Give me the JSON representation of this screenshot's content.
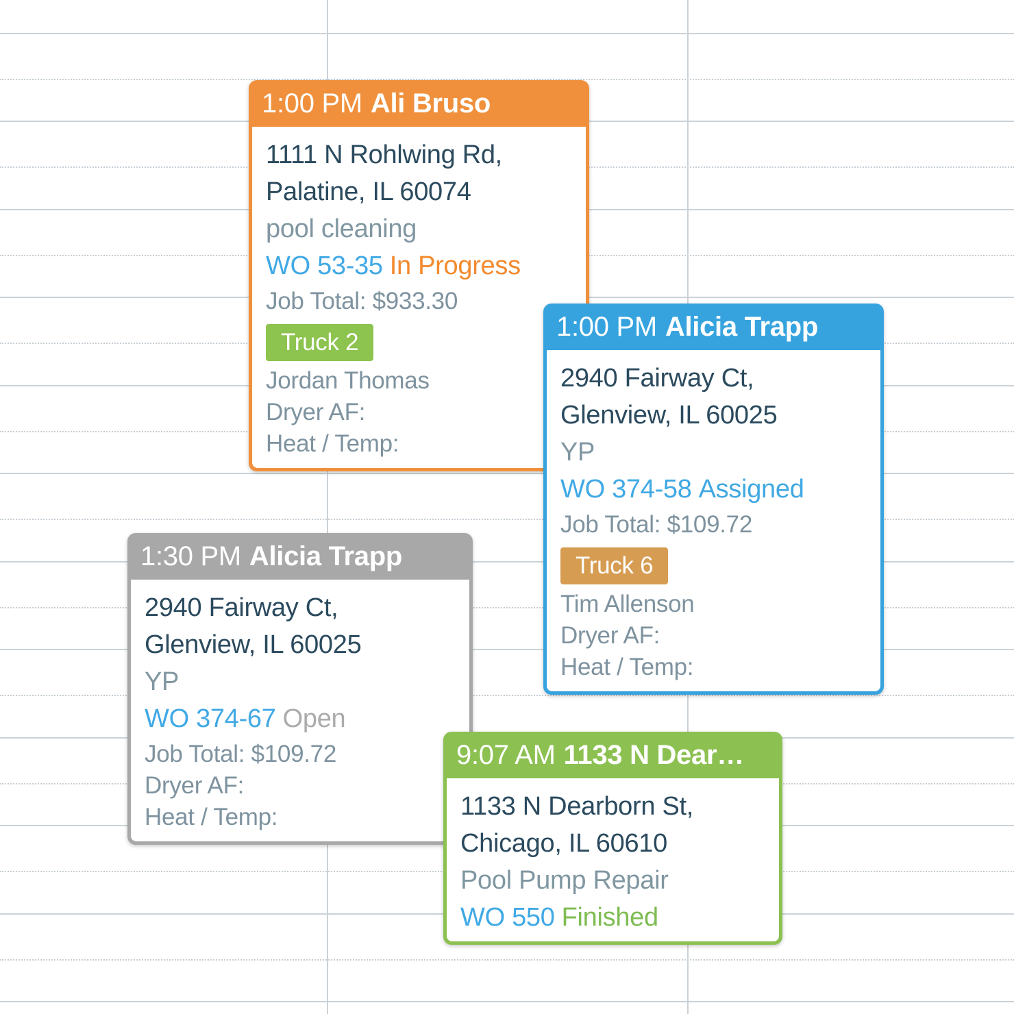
{
  "theme": {
    "background": "#FFFFFF",
    "grid-line": "#CBD2D7",
    "grid-dotted": "#C6CED4",
    "header-text": "#FFFFFF",
    "address-text": "#2B4A5E",
    "service-text": "#8097A1",
    "detail-text": "#7E939F",
    "wo-link": "#40A9E5"
  },
  "cards": [
    {
      "time": "1:00 PM",
      "title": "Ali Bruso",
      "accent": "#F0903C",
      "address": "1111 N Rohlwing Rd, Palatine, IL 60074",
      "service": "pool cleaning",
      "wo": "WO 53-35",
      "status": "In Progress",
      "status_color": "#F28A2E",
      "job_total": "Job Total: $933.30",
      "truck": "Truck 2",
      "truck_color": "#8DC34F",
      "assignee": "Jordan Thomas",
      "details": [
        "Dryer AF:",
        "Heat / Temp:"
      ]
    },
    {
      "time": "1:00 PM",
      "title": "Alicia Trapp",
      "accent": "#36A3DF",
      "address": "2940 Fairway Ct, Glenview, IL 60025",
      "service": "YP",
      "wo": "WO 374-58",
      "status": "Assigned",
      "status_color": "#41A9E2",
      "job_total": "Job Total: $109.72",
      "truck": "Truck 6",
      "truck_color": "#D69C52",
      "assignee": "Tim Allenson",
      "details": [
        "Dryer AF:",
        "Heat / Temp:"
      ]
    },
    {
      "time": "1:30 PM",
      "title": "Alicia Trapp",
      "accent": "#A8A8A8",
      "address": "2940 Fairway Ct, Glenview, IL 60025",
      "service": "YP",
      "wo": "WO 374-67",
      "status": "Open",
      "status_color": "#ABABAB",
      "job_total": "Job Total: $109.72",
      "details": [
        "Dryer AF:",
        "Heat / Temp:"
      ]
    },
    {
      "time": "9:07 AM",
      "title": "1133 N Dear…",
      "accent": "#8CC152",
      "address": "1133 N Dearborn St, Chicago, IL 60610",
      "service": "Pool Pump Repair",
      "wo": "WO 550",
      "status": "Finished",
      "status_color": "#7FBC53"
    }
  ]
}
